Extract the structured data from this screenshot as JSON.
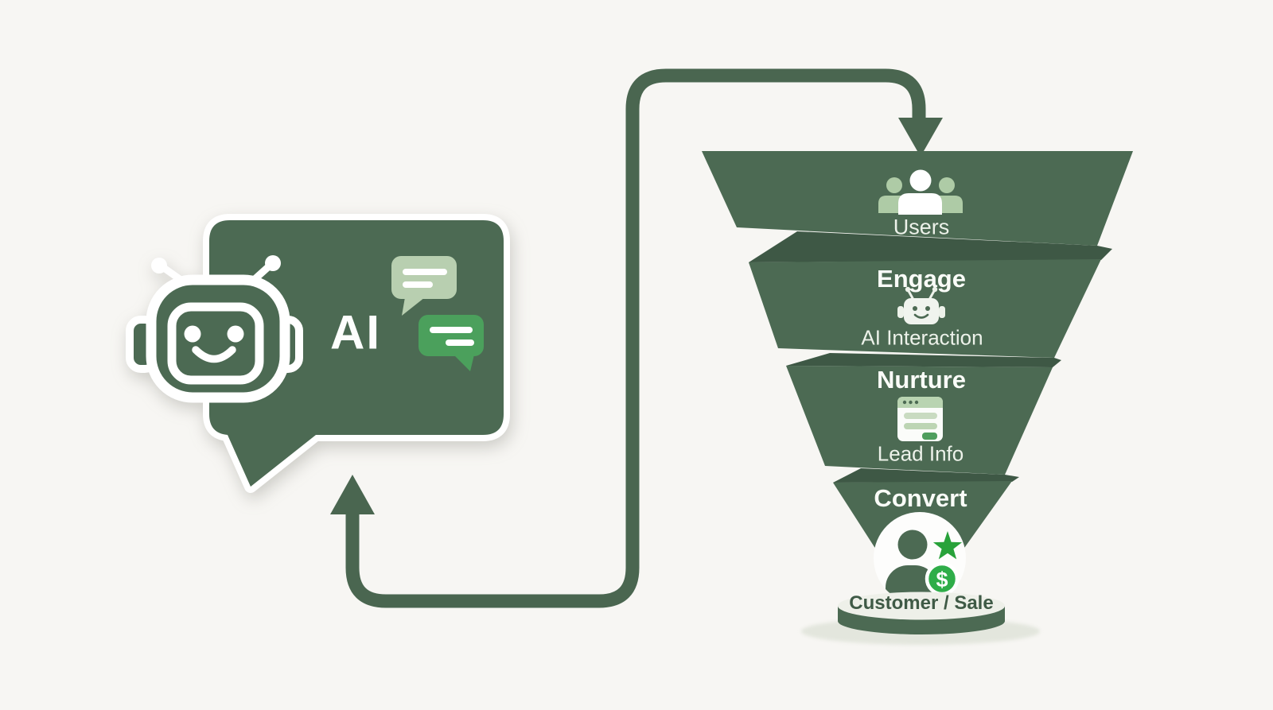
{
  "chat_panel": {
    "ai_label": "AI"
  },
  "funnel": {
    "stages": [
      {
        "caption": "Users",
        "icon": "users-icon"
      },
      {
        "title": "Engage",
        "caption": "AI Interaction",
        "icon": "robot-face-icon"
      },
      {
        "title": "Nurture",
        "caption": "Lead Info",
        "icon": "lead-form-icon"
      },
      {
        "title": "Convert",
        "icon": "customer-sale-icon"
      }
    ],
    "base_label": "Customer / Sale",
    "coin_symbol": "$"
  },
  "colors": {
    "background": "#f7f6f3",
    "primary_green": "#4c6a53",
    "fold_green": "#3e5845",
    "arrow_green": "#4a6650",
    "sage": "#aecba6",
    "chat_light": "#b8cfb0",
    "chat_green": "#4ba05c",
    "star_green": "#28a23a",
    "coin_green": "#2fad49",
    "cylinder_top": "#eef0e9",
    "base_text": "#3f5a46",
    "shadow": "#e3e6dd",
    "white": "#ffffff"
  }
}
